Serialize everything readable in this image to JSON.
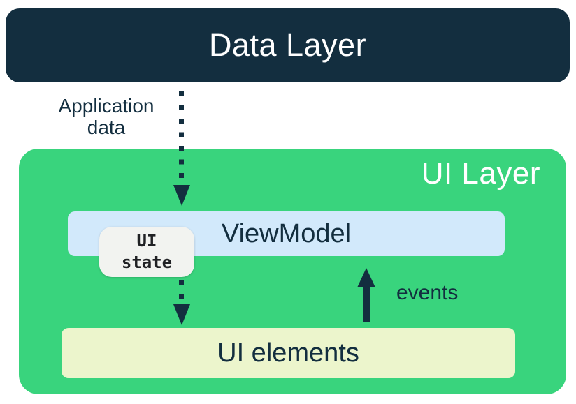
{
  "diagram": {
    "data_layer_label": "Data Layer",
    "application_data_line1": "Application",
    "application_data_line2": "data",
    "ui_layer_label": "UI Layer",
    "viewmodel_label": "ViewModel",
    "ui_state_line1": "UI",
    "ui_state_line2": "state",
    "events_label": "events",
    "ui_elements_label": "UI elements",
    "colors": {
      "navy": "#132e3f",
      "green": "#39d47d",
      "light_blue": "#d2e9fb",
      "pale_yellow": "#ecf5cc",
      "badge_bg": "#f2f3f0",
      "badge_text": "#202124",
      "white": "#ffffff"
    }
  }
}
